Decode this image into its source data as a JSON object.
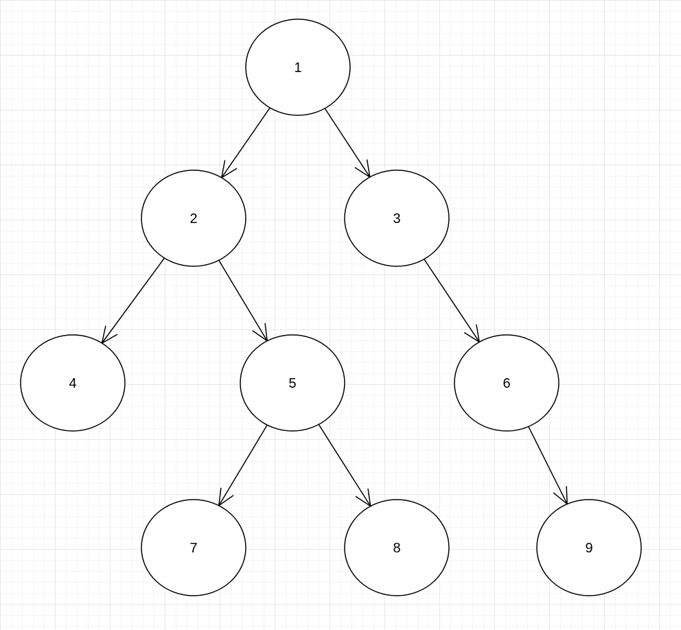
{
  "colors": {
    "background": "#ffffff",
    "grid_minor": "#e8e8e8",
    "grid_major": "#d0d0d0",
    "stroke": "#000000",
    "node_fill": "#ffffff"
  },
  "tree": {
    "nodes": [
      {
        "id": "1",
        "label": "1"
      },
      {
        "id": "2",
        "label": "2"
      },
      {
        "id": "3",
        "label": "3"
      },
      {
        "id": "4",
        "label": "4"
      },
      {
        "id": "5",
        "label": "5"
      },
      {
        "id": "6",
        "label": "6"
      },
      {
        "id": "7",
        "label": "7"
      },
      {
        "id": "8",
        "label": "8"
      },
      {
        "id": "9",
        "label": "9"
      }
    ],
    "edges": [
      {
        "from": "1",
        "to": "2"
      },
      {
        "from": "1",
        "to": "3"
      },
      {
        "from": "2",
        "to": "4"
      },
      {
        "from": "2",
        "to": "5"
      },
      {
        "from": "3",
        "to": "6"
      },
      {
        "from": "5",
        "to": "7"
      },
      {
        "from": "5",
        "to": "8"
      },
      {
        "from": "6",
        "to": "9"
      }
    ]
  }
}
